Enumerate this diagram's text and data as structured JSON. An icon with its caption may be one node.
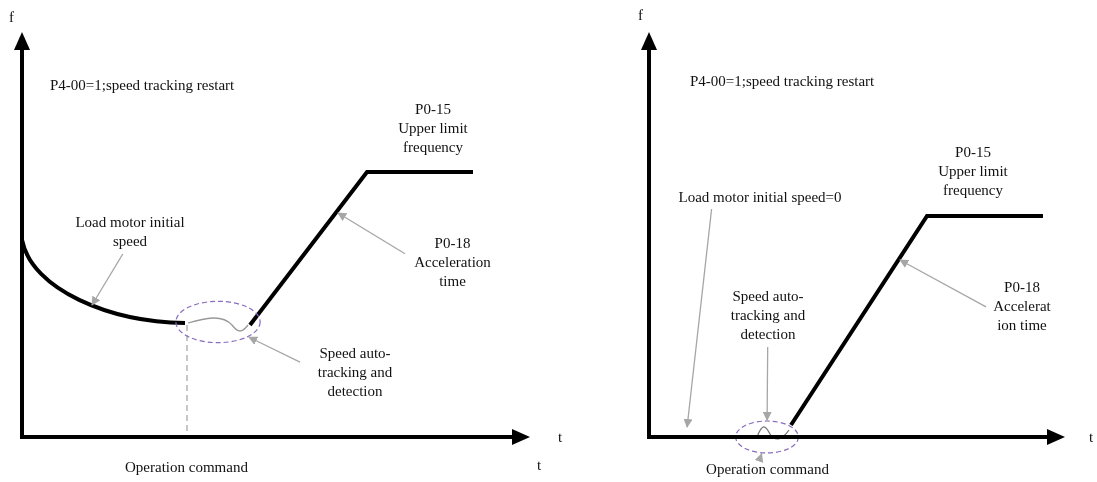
{
  "diagram": {
    "nodes": [
      {
        "text": [
          "Load motor initial speed"
        ]
      },
      {
        "text": [
          "P0-18 Acceleration time"
        ]
      },
      {
        "text": [
          "Speed auto-tracking and detection"
        ]
      },
      {
        "text": [],
        "shape": "ellipse"
      },
      {
        "text": [
          "Load motor initial speed=0"
        ]
      },
      {
        "text": [
          "Speed auto-tracking and detection"
        ]
      },
      {
        "text": [],
        "shape": "ellipse"
      },
      {
        "text": [
          "P0-18 Accelerat ion time"
        ]
      },
      {
        "text": [
          "Operation command"
        ]
      },
      {
        "text": [],
        "shape": "arrow"
      }
    ],
    "edges": [
      {
        "from": 0,
        "to": null,
        "arrow": "to"
      },
      {
        "from": 1,
        "to": null,
        "arrow": "to"
      },
      {
        "from": 2,
        "to": 3,
        "arrow": "to"
      },
      {
        "from": 4,
        "to": 9,
        "arrow": "to"
      },
      {
        "from": 5,
        "to": 6,
        "arrow": "to"
      },
      {
        "from": 7,
        "to": null,
        "arrow": "to"
      },
      {
        "from": 8,
        "to": 6,
        "arrow": "to"
      }
    ],
    "labels": [
      "f",
      "P4-00=1;speed tracking restart",
      "P0-15 Upper limit frequency",
      "t",
      "Operation command",
      "f",
      "P4-00=1;speed tracking restart",
      "P0-15 Upper limit frequency",
      "t",
      "t"
    ]
  }
}
